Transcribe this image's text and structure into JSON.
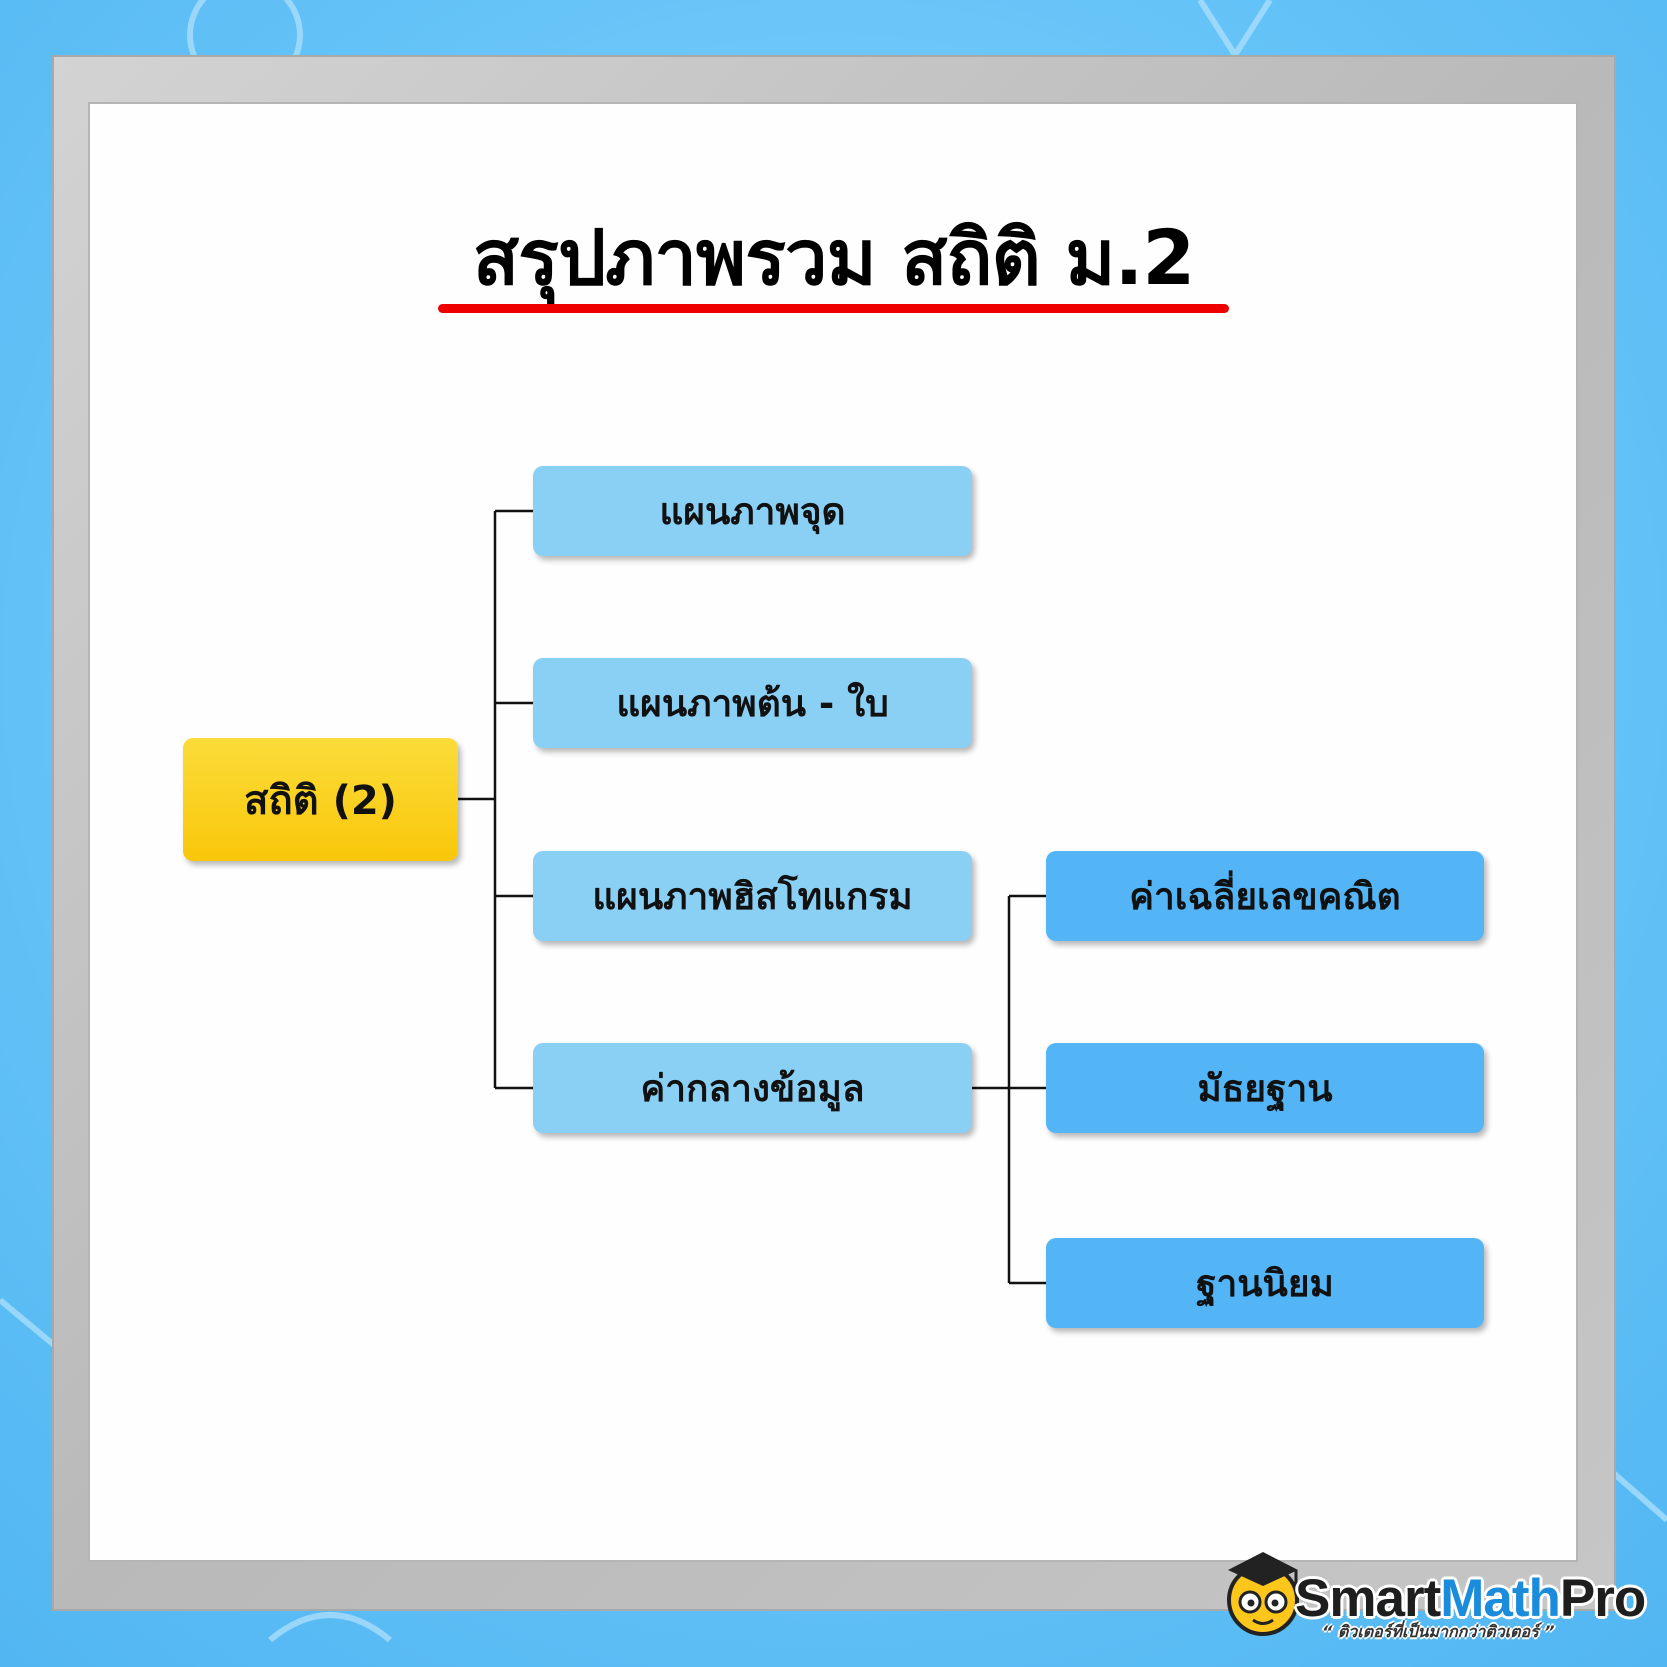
{
  "title": "สรุปภาพรวม สถิติ ม.2",
  "colors": {
    "root_fill": "#f9c70a",
    "level1_fill": "#8ad0f5",
    "level2_fill": "#53b5f6",
    "underline": "#ee0000",
    "connector": "#111111"
  },
  "diagram": {
    "root": "สถิติ (2)",
    "level1": [
      "แผนภาพจุด",
      "แผนภาพต้น - ใบ",
      "แผนภาพฮิสโทแกรม",
      "ค่ากลางข้อมูล"
    ],
    "level2": [
      "ค่าเฉลี่ยเลขคณิต",
      "มัธยฐาน",
      "ฐานนิยม"
    ]
  },
  "logo": {
    "brand_part1": "Smart",
    "brand_part2": "Math",
    "brand_part3": "Pro",
    "tagline": "“ ติวเตอร์ที่เป็นมากกว่าติวเตอร์ ”"
  }
}
